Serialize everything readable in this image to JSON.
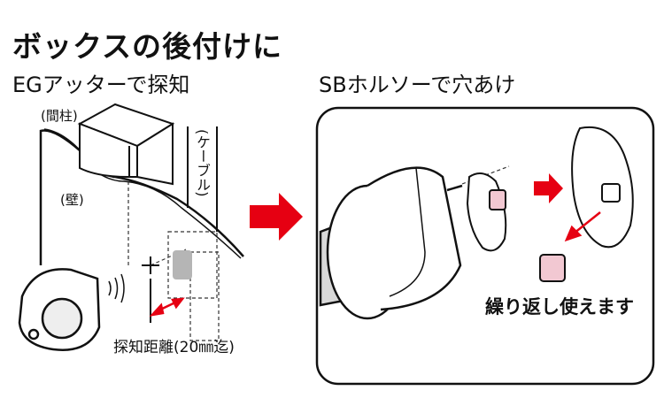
{
  "title": "ボックスの後付けに",
  "left": {
    "heading": "EGアッターで探知",
    "label_pillar": "(間柱)",
    "label_wall": "(壁)",
    "label_cable": "(ケーブル)",
    "label_distance": "探知距離(20㎜迄)"
  },
  "right": {
    "heading": "SBホルソーで穴あけ",
    "label_reuse": "繰り返し使えます"
  },
  "colors": {
    "accent": "#e60012",
    "target_gray": "#b5b5b5",
    "part_pink": "#f2c8d2"
  }
}
